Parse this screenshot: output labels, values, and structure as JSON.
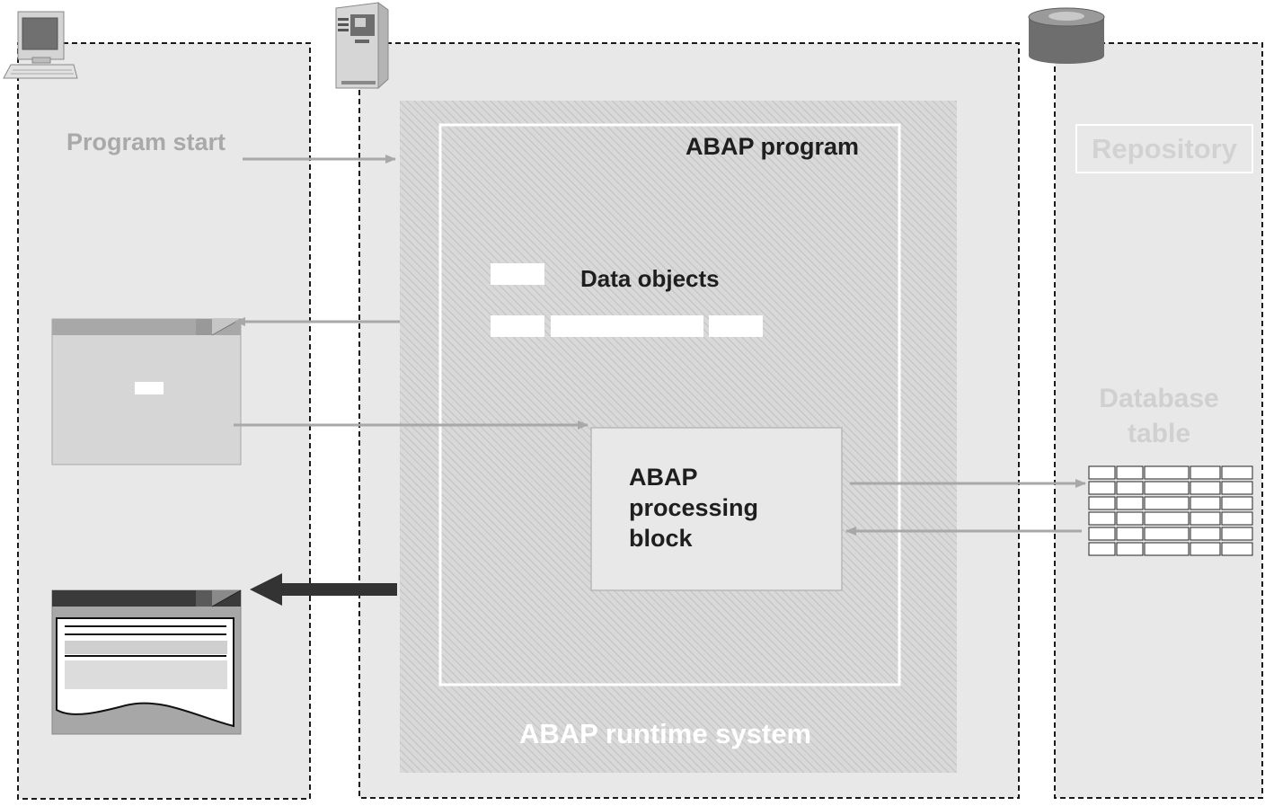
{
  "labels": {
    "program_start": "Program start",
    "abap_program": "ABAP program",
    "data_objects": "Data objects",
    "processing_block": "ABAP processing block",
    "runtime_system": "ABAP runtime system",
    "repository": "Repository",
    "database_table": "Database table"
  },
  "icons": {
    "presentation": "desktop-computer-icon",
    "application": "server-tower-icon",
    "database": "database-cylinder-icon",
    "input_screen": "dialog-window-icon",
    "output_list": "list-output-window-icon",
    "table_grid": "database-table-grid-icon"
  },
  "colors": {
    "lane_fill": "#e8e8e8",
    "lane_border": "#1a1a1a",
    "runtime_hatch_bg": "#d9d9d9",
    "runtime_hatch_line": "#c2c2c2",
    "arrow_light": "#aaaaaa",
    "arrow_dark": "#333333",
    "label_dark": "#1e1e1e",
    "label_faded": "#a9a9a9"
  }
}
